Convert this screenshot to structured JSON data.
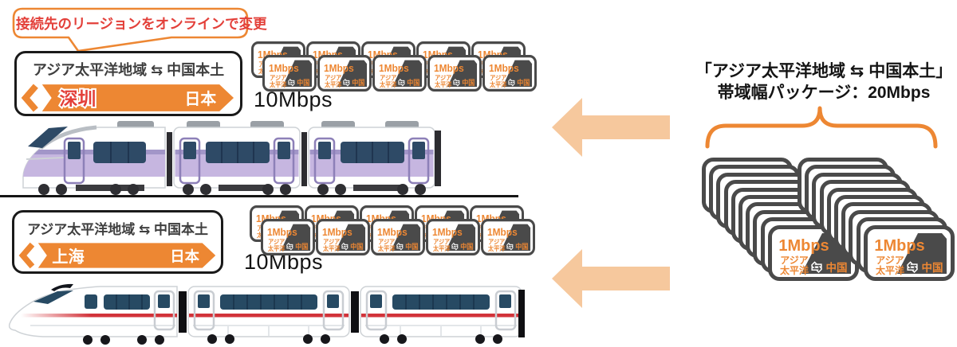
{
  "callout": {
    "text": "接続先のリージョンをオンラインで変更"
  },
  "routes": [
    {
      "title": "アジア太平洋地域 ⇆ 中国本土",
      "origin": "深圳",
      "destination": "日本",
      "bandwidth_label": "10Mbps",
      "card_count": 10
    },
    {
      "title": "アジア太平洋地域 ⇆ 中国本土",
      "origin": "上海",
      "destination": "日本",
      "bandwidth_label": "10Mbps",
      "card_count": 10
    }
  ],
  "card_design": {
    "speed": "1Mbps",
    "region_line1": "アジア",
    "region_line2": "太平洋",
    "arrows": "⇆",
    "china": "中国"
  },
  "package": {
    "title_line1": "「アジア太平洋地域 ⇆ 中国本土」",
    "title_line2": "帯域幅パッケージ：20Mbps",
    "stacks": [
      10,
      10
    ]
  },
  "colors": {
    "accent_orange": "#ed8733",
    "alert_red": "#e3403a",
    "arrow_peach": "#f6c89d",
    "card_dark": "#4a4a4a",
    "text_dark": "#141414"
  }
}
